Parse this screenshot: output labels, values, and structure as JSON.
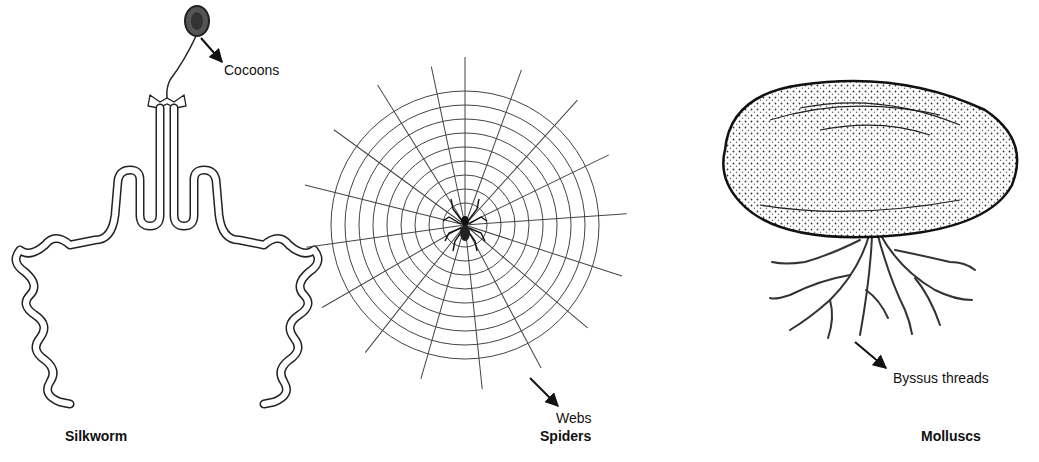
{
  "diagram": {
    "labels": [
      "Cocoons",
      "Silkworm",
      "Webs",
      "Spiders",
      "Byssus threads",
      "Molluscs"
    ]
  }
}
